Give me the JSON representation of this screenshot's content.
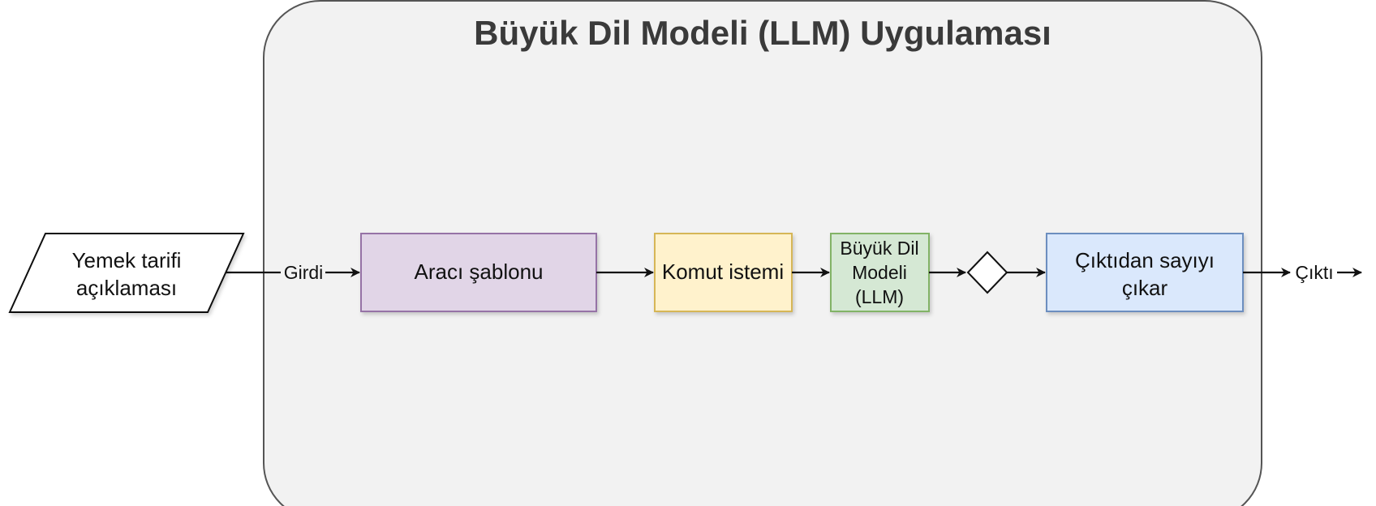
{
  "title": "Büyük Dil Modeli (LLM) Uygulaması",
  "nodes": {
    "input": {
      "line1": "Yemek tarifi",
      "line2": "açıklaması"
    },
    "agent_template": {
      "label": "Aracı şablonu",
      "fill": "#e1d5e7",
      "stroke": "#9673a6"
    },
    "prompt": {
      "label": "Komut istemi",
      "fill": "#fff2cc",
      "stroke": "#d6b656"
    },
    "llm": {
      "line1": "Büyük Dil",
      "line2": "Modeli",
      "line3": "(LLM)",
      "fill": "#d5e8d4",
      "stroke": "#82b366"
    },
    "extract": {
      "line1": "Çıktıdan sayıyı",
      "line2": "çıkar",
      "fill": "#dae8fc",
      "stroke": "#6c8ebf"
    }
  },
  "edges": {
    "input_label": "Girdi",
    "output_label": "Çıktı"
  },
  "colors": {
    "container_fill": "#f2f2f2",
    "container_stroke": "#555555",
    "line": "#111111"
  }
}
